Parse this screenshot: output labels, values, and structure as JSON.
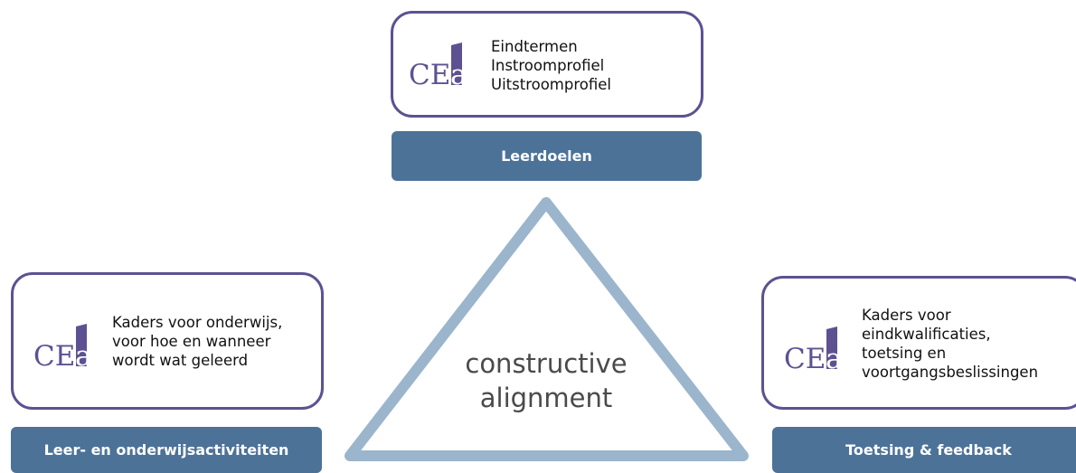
{
  "logo_text": "CEa",
  "colors": {
    "card_border": "#5e5192",
    "label_fill": "#4c7298",
    "triangle_stroke": "#9bb5cc",
    "logo_purple": "#5e5192"
  },
  "top": {
    "lines": [
      "Eindtermen",
      "Instroomprofiel",
      "Uitstroomprofiel"
    ],
    "label": "Leerdoelen"
  },
  "left": {
    "lines": [
      "Kaders voor onderwijs,",
      "voor hoe en wanneer",
      "wordt wat geleerd"
    ],
    "label": "Leer- en onderwijsactiviteiten"
  },
  "right": {
    "lines": [
      "Kaders voor",
      "eindkwalificaties,",
      "toetsing en",
      "voortgangsbeslissingen"
    ],
    "label": "Toetsing & feedback"
  },
  "center": {
    "line1": "constructive",
    "line2": "alignment"
  }
}
